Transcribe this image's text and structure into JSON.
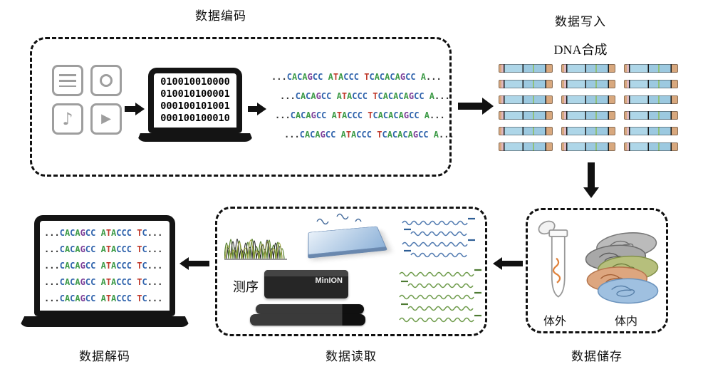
{
  "labels": {
    "encode_title": "数据编码",
    "write_title": "数据写入",
    "dna_synthesis": "DNA合成",
    "storage_label": "数据储存",
    "in_vitro": "体外",
    "in_vivo": "体内",
    "read_label": "数据读取",
    "sequencing": "测序",
    "minion": "MinION",
    "decode_label": "数据解码"
  },
  "icons": {
    "file_audio_glyph": "♪",
    "file_video_glyph": "▶"
  },
  "binary_lines": [
    "010010010000",
    "010010100001",
    "000100101001",
    "000100100010"
  ],
  "encoded_sequences": [
    "...CACAGCC ATACCC TCACACAGCC A...",
    "...CACAGCC ATACCC TCACACAGCC A...",
    "...CACAGCC ATACCC TCACACAGCC A...",
    "...CACAGCC ATACCC TCACACAGCC A..."
  ],
  "decoded_sequences": [
    "...CACAGCC ATACCC TC...",
    "...CACAGCC ATACCC TC...",
    "...CACAGCC ATACCC TC...",
    "...CACAGCC ATACCC TC...",
    "...CACAGCC ATACCC TC..."
  ],
  "base_colors": {
    "A": "#3d9b47",
    "C": "#2f63ac",
    "G": "#7d3f98",
    "T": "#c03a2b"
  },
  "synthesis_grid": {
    "rows": 6,
    "cols": 3
  }
}
